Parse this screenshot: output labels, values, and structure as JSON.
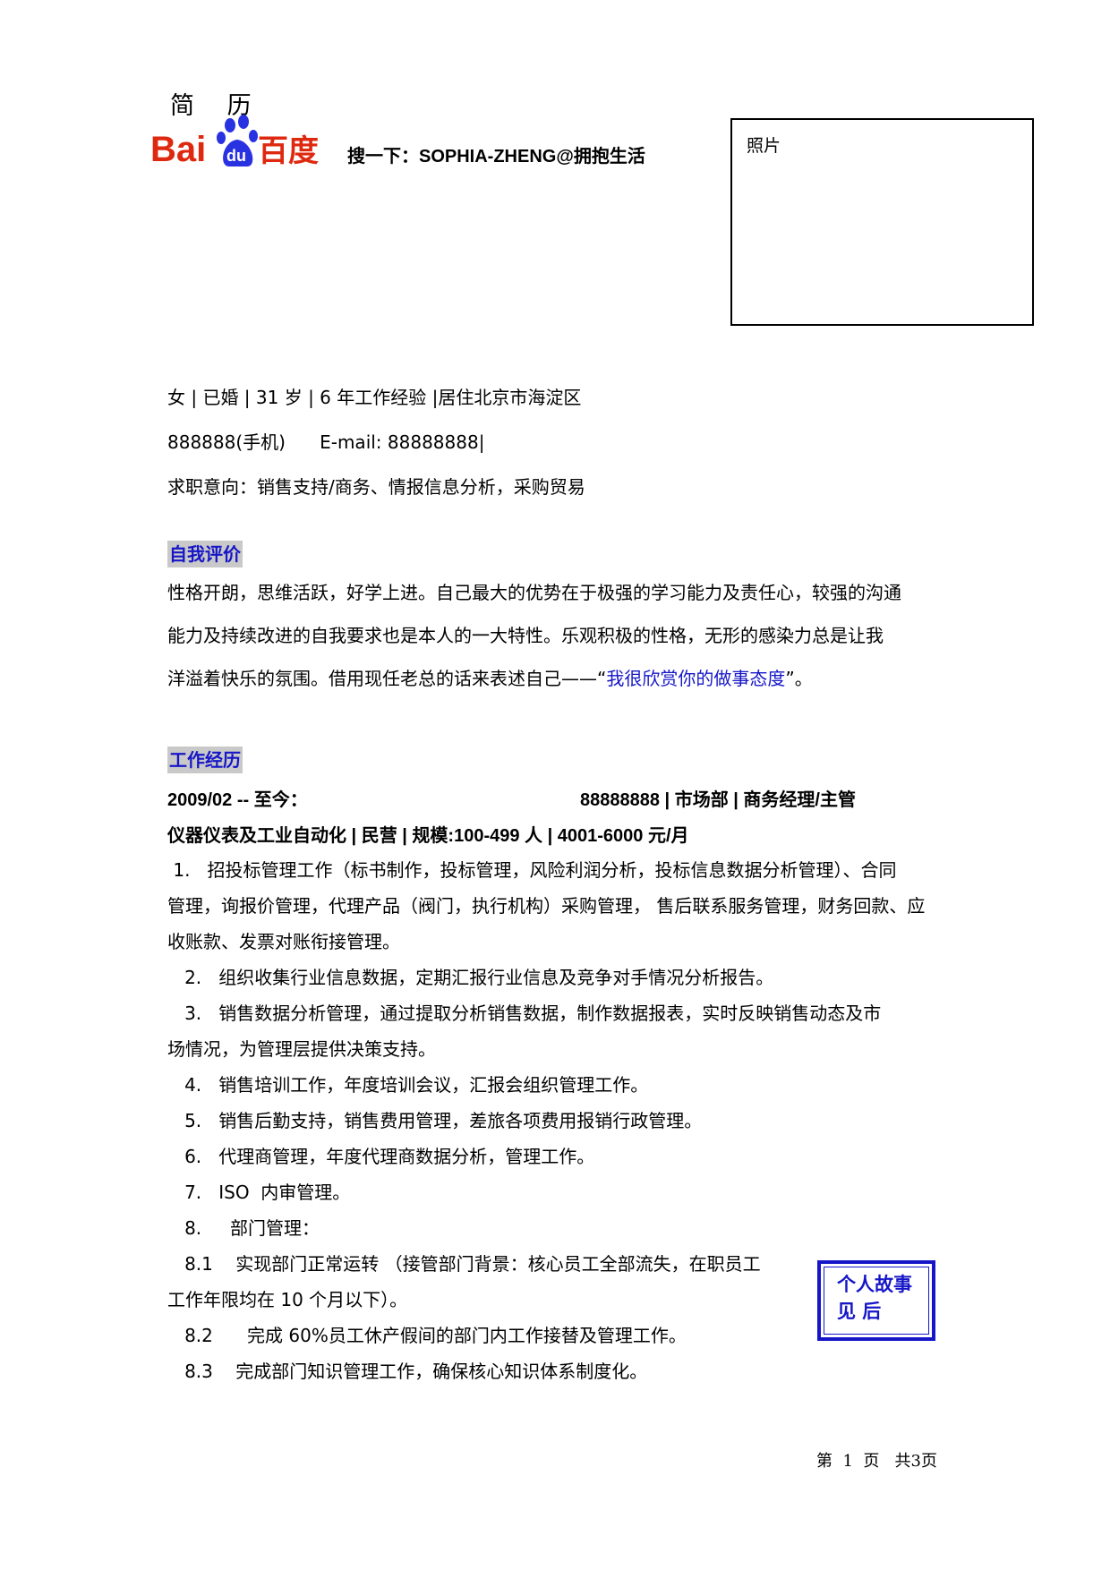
{
  "doc_title": "简 历",
  "logo": {
    "latin": "Bai",
    "du": "du",
    "cn": "百度",
    "colors": {
      "red": "#de2910",
      "blue": "#2932e1"
    }
  },
  "search_line": "搜一下：SOPHIA-ZHENG@拥抱生活",
  "photo_label": "照片",
  "info": {
    "line1": "女 | 已婚 | 31 岁 | 6 年工作经验 |居住北京市海淀区",
    "line2": "888888(手机)      E-mail: 88888888|",
    "line3": "求职意向：销售支持/商务、情报信息分析，采购贸易"
  },
  "self_eval": {
    "title": "自我评价",
    "lines": [
      "性格开朗，思维活跃，好学上进。自己最大的优势在于极强的学习能力及责任心，较强的沟通",
      "能力及持续改进的自我要求也是本人的一大特性。乐观积极的性格，无形的感染力总是让我"
    ],
    "line3_prefix": "洋溢着快乐的氛围。借用现任老总的话来表述自己——“",
    "quote": "我很欣赏你的做事态度",
    "line3_suffix": "”。"
  },
  "work": {
    "title": "工作经历",
    "period": "2009/02 -- 至今：",
    "company": "88888888 | 市场部 | 商务经理/主管",
    "industry": "仪器仪表及工业自动化 | 民营 | 规模:100-499 人 | 4001-6000 元/月",
    "duties": [
      " 1.   招投标管理工作（标书制作，投标管理，风险利润分析，投标信息数据分析管理）、合同",
      "管理，询报价管理，代理产品（阀门，执行机构）采购管理， 售后联系服务管理，财务回款、应",
      "收账款、发票对账衔接管理。",
      "   2.   组织收集行业信息数据，定期汇报行业信息及竞争对手情况分析报告。",
      "   3.   销售数据分析管理，通过提取分析销售数据，制作数据报表，实时反映销售动态及市",
      "场情况，为管理层提供决策支持。",
      "   4.   销售培训工作，年度培训会议，汇报会组织管理工作。",
      "   5.   销售后勤支持，销售费用管理，差旅各项费用报销行政管理。",
      "   6.   代理商管理，年度代理商数据分析，管理工作。",
      "   7.   ISO  内审管理。",
      "   8.     部门管理：",
      "   8.1    实现部门正常运转 （接管部门背景：核心员工全部流失，在职员工",
      "工作年限均在 10 个月以下）。",
      "   8.2      完成 60%员工休产假间的部门内工作接替及管理工作。",
      "   8.3    完成部门知识管理工作，确保核心知识体系制度化。"
    ]
  },
  "story_box": {
    "line1": "个人故事",
    "line2": "见 后"
  },
  "footer": "第  1  页   共3页"
}
